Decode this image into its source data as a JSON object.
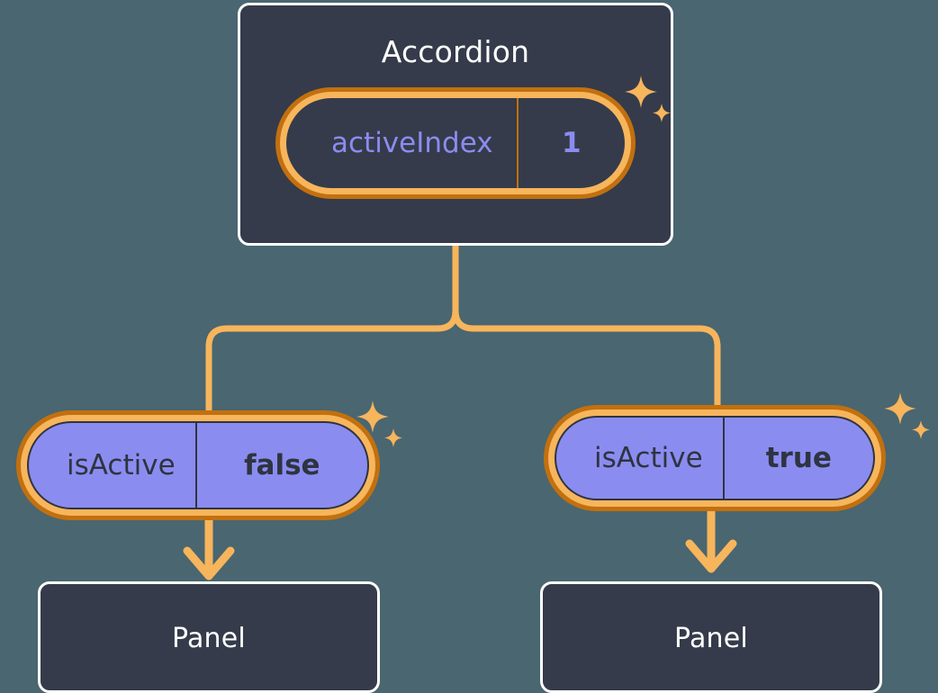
{
  "theme": {
    "background": "#4a6670",
    "box_fill": "#353b4a",
    "box_border": "#ffffff",
    "wire": "#f7b55c",
    "ring_outer": "#c2700f",
    "ring_inner": "#f7b55c",
    "pill_purple": "#8b8cf0",
    "accent_text": "#8b8cf0",
    "dark_text": "#2e3440"
  },
  "diagram": {
    "type": "component-state-tree",
    "root": {
      "title": "Accordion",
      "state": {
        "key": "activeIndex",
        "value": "1"
      }
    },
    "children": [
      {
        "state": {
          "key": "isActive",
          "value": "false"
        },
        "component": {
          "title": "Panel"
        }
      },
      {
        "state": {
          "key": "isActive",
          "value": "true"
        },
        "component": {
          "title": "Panel"
        }
      }
    ]
  },
  "icons": {
    "sparkle_large": "sparkle-four-point-large",
    "sparkle_small": "sparkle-four-point-small",
    "arrow": "arrow-down"
  }
}
